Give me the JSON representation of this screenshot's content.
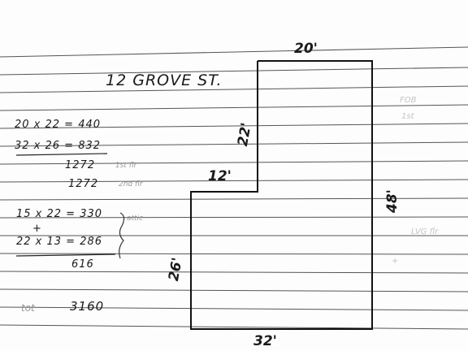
{
  "address": "12 GROVE ST.",
  "dimensions": {
    "top": "20'",
    "right": "48'",
    "upper_left": "22'",
    "step": "12'",
    "lower_left": "26'",
    "bottom": "32'"
  },
  "calculations": {
    "line1": "20 x 22 = 440",
    "line2": "32 x 26 = 832",
    "total1": "1272",
    "note1": "1st flr",
    "total2": "1272",
    "note2": "2nd flr",
    "line3": "15 x 22 = 330",
    "plus": "+",
    "line4": "22 x 13 = 286",
    "total3": "616",
    "note3": "attic",
    "bottom_label": "tot",
    "bottom_total": "3160"
  },
  "faint_notes": {
    "right_top1": "FOB",
    "right_top2": "1st",
    "right_mid": "LVG flr",
    "right_mark": "+"
  }
}
